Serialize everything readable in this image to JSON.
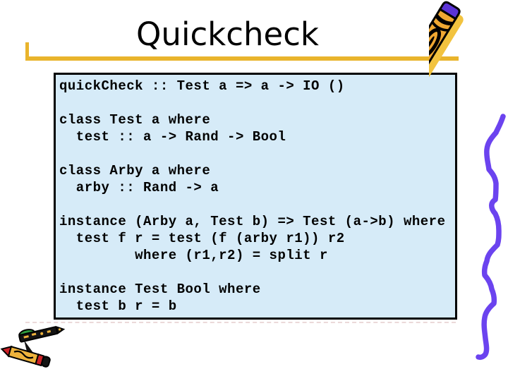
{
  "slide": {
    "title": "Quickcheck",
    "code": {
      "lines": [
        "quickCheck :: Test a => a -> IO ()",
        "",
        "class Test a where",
        "  test :: a -> Rand -> Bool",
        "",
        "class Arby a where",
        "  arby :: Rand -> a",
        "",
        "instance (Arby a, Test b) => Test (a->b) where",
        "  test f r = test (f (arby r1)) r2",
        "         where (r1,r2) = split r",
        "",
        "instance Test Bool where",
        "  test b r = b"
      ]
    },
    "colors": {
      "background": "#FFFFFF",
      "title_text": "#000000",
      "underline_gold": "#E9B42C",
      "code_box_fill": "#D6EBF8",
      "code_box_border": "#000000",
      "code_text": "#000000",
      "squiggle_purple": "#6B43EF",
      "pencil_gold": "#F0A832",
      "pencil_shadow_gold": "#F2C33F",
      "pencil_purple": "#5B33D6",
      "crayon_gold": "#EEB33C",
      "crayon_red": "#CC2127",
      "crayon_green": "#2E9B3D"
    },
    "decorations": {
      "top_right": "pencil-icon",
      "bottom_left": "crayons-icon",
      "right": "squiggle-icon"
    }
  }
}
